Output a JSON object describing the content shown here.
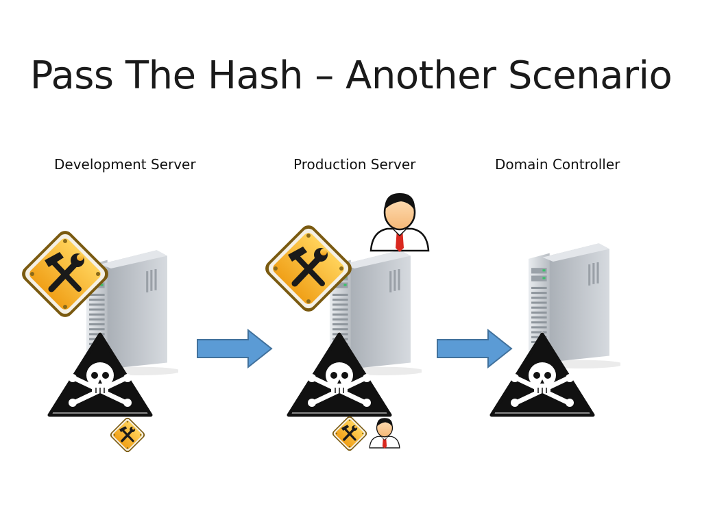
{
  "slide": {
    "title": "Pass The Hash – Another Scenario"
  },
  "nodes": [
    {
      "label": "Development Server"
    },
    {
      "label": "Production Server"
    },
    {
      "label": "Domain Controller"
    }
  ],
  "colors": {
    "arrow": "#5b9bd5",
    "warning_sign": "#f5b321",
    "danger_sign": "#1a1a1a",
    "server": "#c9cdd2"
  },
  "icons": [
    "server-icon",
    "tools-warning-icon",
    "skull-danger-icon",
    "user-icon",
    "right-arrow-icon"
  ]
}
